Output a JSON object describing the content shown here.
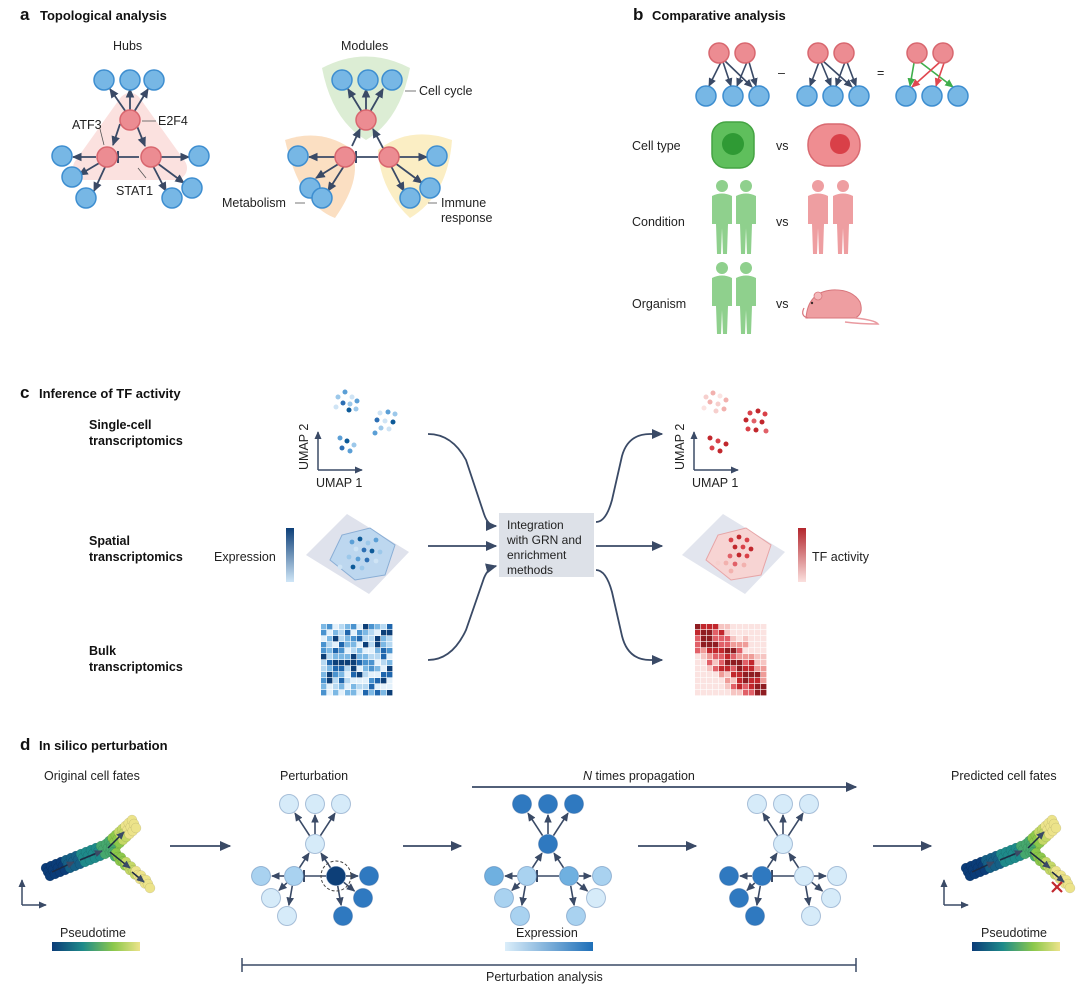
{
  "panel_a": {
    "letter": "a",
    "title": "Topological analysis",
    "hubs_label": "Hubs",
    "modules_label": "Modules",
    "tf_atf3": "ATF3",
    "tf_e2f4": "E2F4",
    "tf_stat1": "STAT1",
    "module_cell_cycle": "Cell cycle",
    "module_metabolism": "Metabolism",
    "module_immune_1": "Immune",
    "module_immune_2": "response"
  },
  "panel_b": {
    "letter": "b",
    "title": "Comparative analysis",
    "minus": "–",
    "equals": "=",
    "rows": [
      {
        "label": "Cell type",
        "vs": "vs"
      },
      {
        "label": "Condition",
        "vs": "vs"
      },
      {
        "label": "Organism",
        "vs": "vs"
      }
    ]
  },
  "panel_c": {
    "letter": "c",
    "title": "Inference of TF activity",
    "rows": [
      {
        "line1": "Single-cell",
        "line2": "transcriptomics"
      },
      {
        "line1": "Spatial",
        "line2": "transcriptomics"
      },
      {
        "line1": "Bulk",
        "line2": "transcriptomics"
      }
    ],
    "umap1": "UMAP 1",
    "umap2": "UMAP 2",
    "expression_label": "Expression",
    "tf_activity_label": "TF activity",
    "integration_lines": [
      "Integration",
      "with GRN and",
      "enrichment",
      "methods"
    ]
  },
  "panel_d": {
    "letter": "d",
    "title": "In silico perturbation",
    "original_label": "Original cell fates",
    "perturbation_label": "Perturbation",
    "propagation_n": "N",
    "propagation_rest": " times propagation",
    "predicted_label": "Predicted cell fates",
    "pseudotime_label": "Pseudotime",
    "expression_label": "Expression",
    "analysis_label": "Perturbation analysis"
  },
  "colors": {
    "blue_node": "#77b7e5",
    "red_node": "#ec8c92",
    "arrow": "#3a4a66",
    "box_bg": "#dde1e8",
    "green_figure": "#8fd08d",
    "red_figure": "#ee9ea1",
    "dark_blue": "#0d5a98",
    "dark_red": "#b3262d"
  }
}
